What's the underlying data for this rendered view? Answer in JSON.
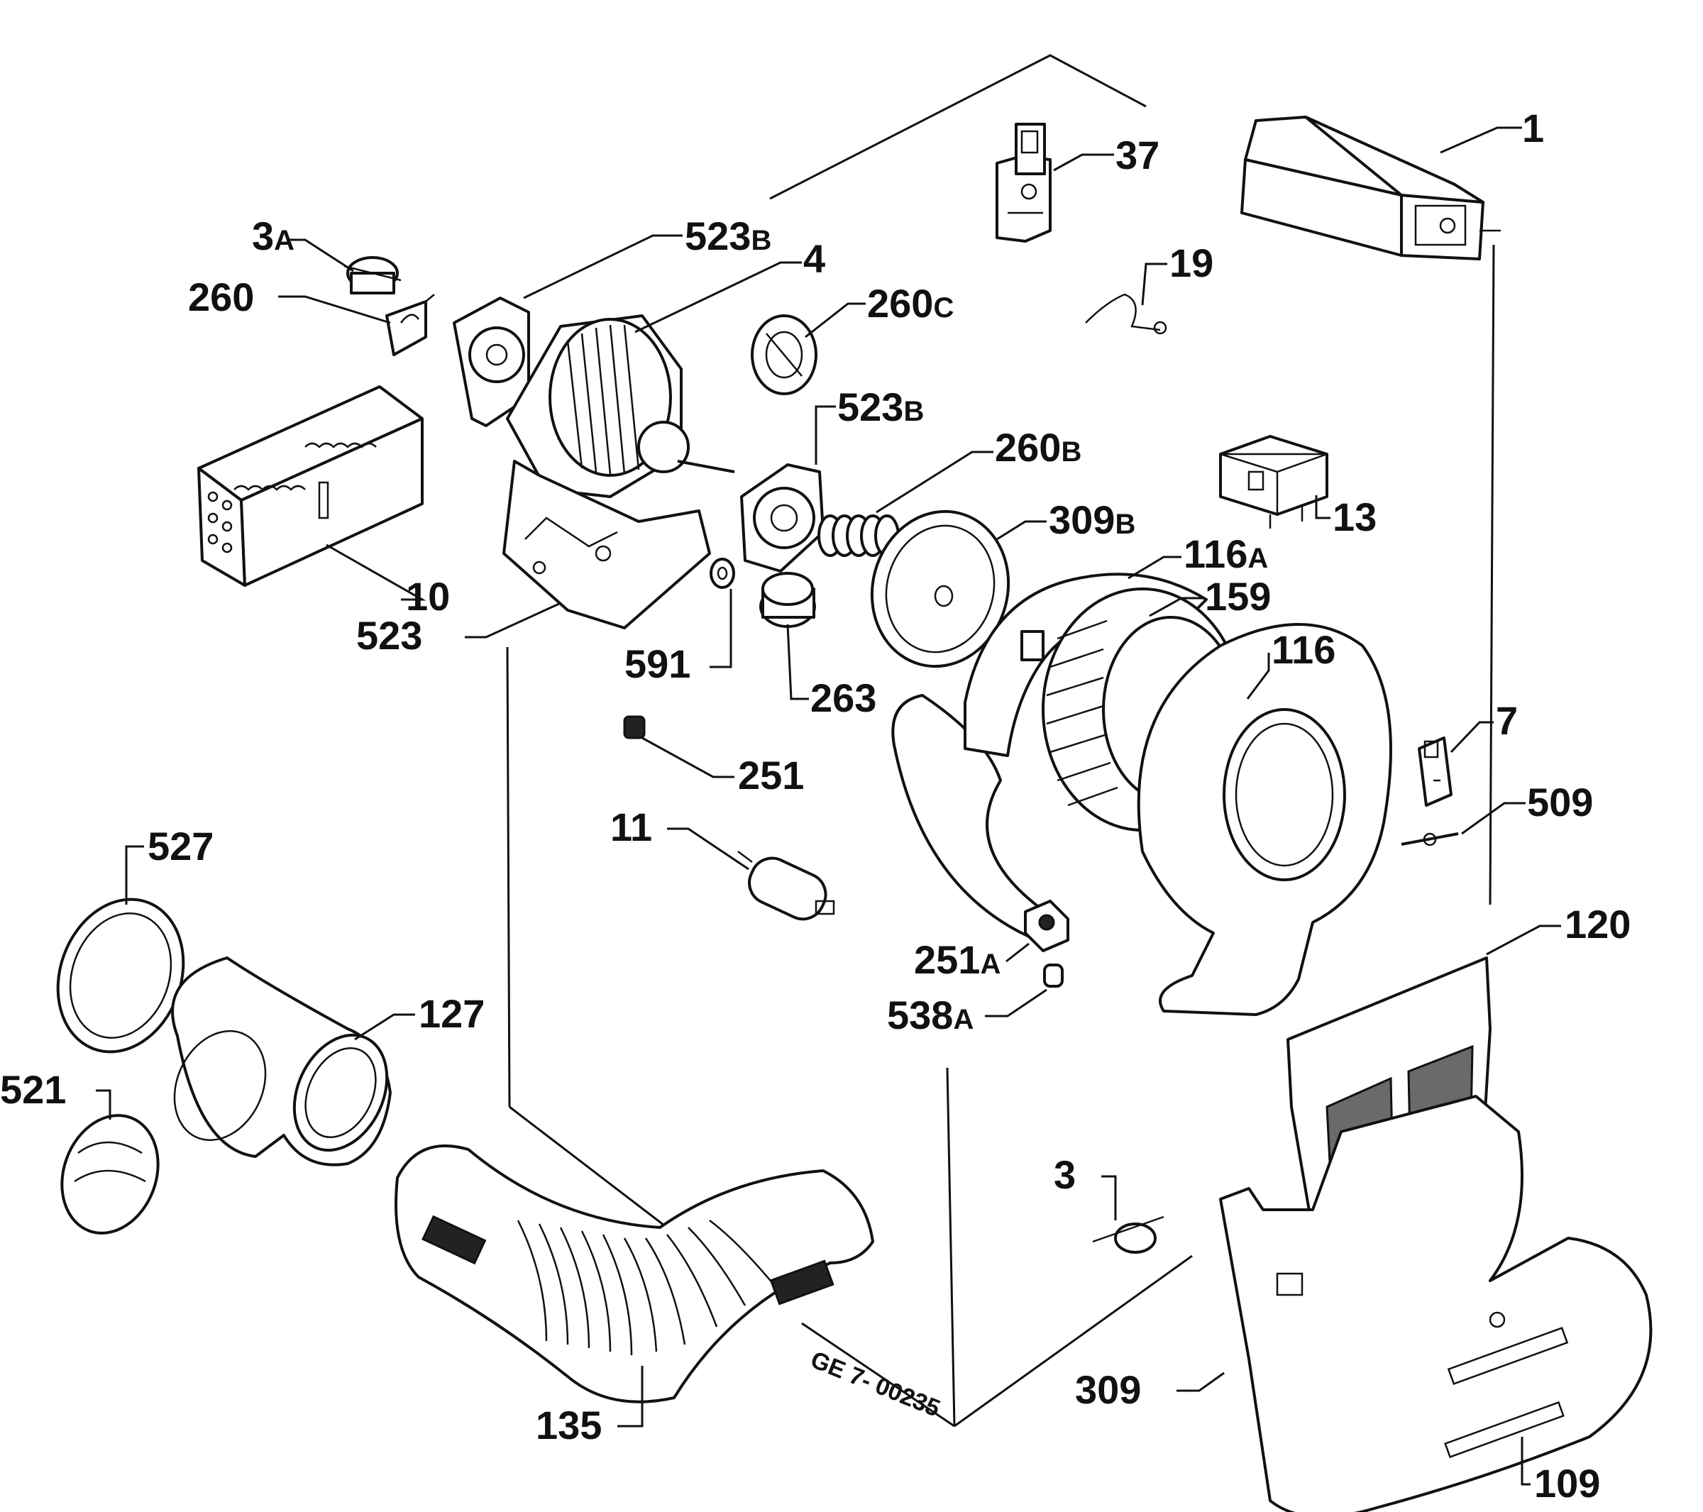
{
  "labels": [
    {
      "id": "1",
      "num": "1",
      "suffix": ""
    },
    {
      "id": "37",
      "num": "37",
      "suffix": ""
    },
    {
      "id": "3a",
      "num": "3",
      "suffix": "A"
    },
    {
      "id": "523b-top",
      "num": "523",
      "suffix": "B"
    },
    {
      "id": "4",
      "num": "4",
      "suffix": ""
    },
    {
      "id": "260",
      "num": "260",
      "suffix": ""
    },
    {
      "id": "260c",
      "num": "260",
      "suffix": "C"
    },
    {
      "id": "19",
      "num": "19",
      "suffix": ""
    },
    {
      "id": "523b-mid",
      "num": "523",
      "suffix": "B"
    },
    {
      "id": "260b",
      "num": "260",
      "suffix": "B"
    },
    {
      "id": "309b",
      "num": "309",
      "suffix": "B"
    },
    {
      "id": "13",
      "num": "13",
      "suffix": ""
    },
    {
      "id": "116a",
      "num": "116",
      "suffix": "A"
    },
    {
      "id": "10",
      "num": "10",
      "suffix": ""
    },
    {
      "id": "159",
      "num": "159",
      "suffix": ""
    },
    {
      "id": "523",
      "num": "523",
      "suffix": ""
    },
    {
      "id": "591",
      "num": "591",
      "suffix": ""
    },
    {
      "id": "116",
      "num": "116",
      "suffix": ""
    },
    {
      "id": "263",
      "num": "263",
      "suffix": ""
    },
    {
      "id": "7",
      "num": "7",
      "suffix": ""
    },
    {
      "id": "251",
      "num": "251",
      "suffix": ""
    },
    {
      "id": "509",
      "num": "509",
      "suffix": ""
    },
    {
      "id": "11",
      "num": "11",
      "suffix": ""
    },
    {
      "id": "527",
      "num": "527",
      "suffix": ""
    },
    {
      "id": "120",
      "num": "120",
      "suffix": ""
    },
    {
      "id": "251a",
      "num": "251",
      "suffix": "A"
    },
    {
      "id": "538a",
      "num": "538",
      "suffix": "A"
    },
    {
      "id": "127",
      "num": "127",
      "suffix": ""
    },
    {
      "id": "521",
      "num": "521",
      "suffix": ""
    },
    {
      "id": "3",
      "num": "3",
      "suffix": ""
    },
    {
      "id": "309",
      "num": "309",
      "suffix": ""
    },
    {
      "id": "135",
      "num": "135",
      "suffix": ""
    },
    {
      "id": "109",
      "num": "109",
      "suffix": ""
    }
  ],
  "drawing_code": "GE 7- 00235"
}
